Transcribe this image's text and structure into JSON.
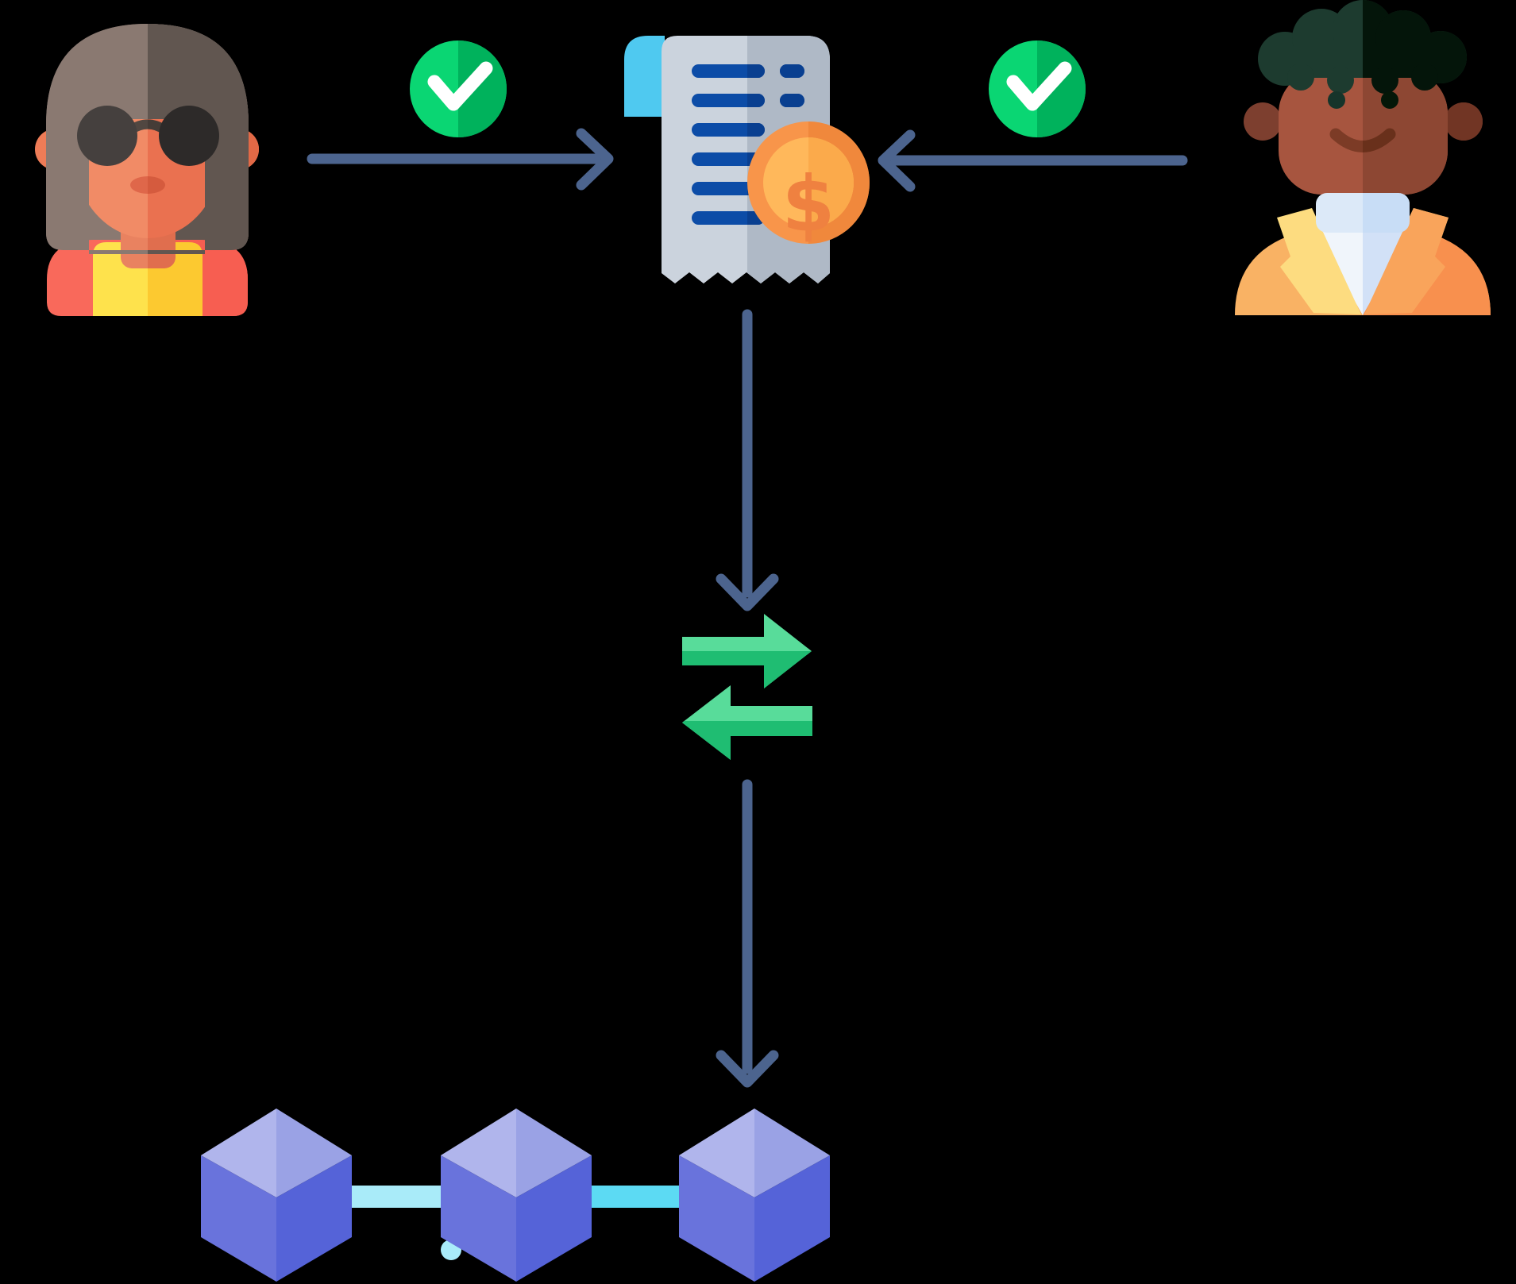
{
  "title": "Blockchain payment flow illustration",
  "background": "#000000",
  "diagram": {
    "nodes": [
      {
        "id": "buyer",
        "name": "woman-avatar",
        "role": "party approving transaction"
      },
      {
        "id": "seller",
        "name": "man-avatar",
        "role": "party approving transaction"
      },
      {
        "id": "invoice",
        "name": "invoice-with-coin",
        "role": "payment record"
      },
      {
        "id": "exchange",
        "name": "transfer-arrows",
        "role": "exchange / transaction"
      },
      {
        "id": "blockchain",
        "name": "linked-blocks",
        "role": "blockchain ledger",
        "block_count": 3
      }
    ],
    "edges": [
      {
        "from": "buyer",
        "to": "invoice",
        "badge": "check-icon"
      },
      {
        "from": "seller",
        "to": "invoice",
        "badge": "check-icon"
      },
      {
        "from": "invoice",
        "to": "exchange"
      },
      {
        "from": "exchange",
        "to": "blockchain"
      }
    ]
  },
  "icons": [
    "woman-avatar",
    "man-avatar",
    "check-icon",
    "check-icon",
    "invoice-icon",
    "dollar-coin-icon",
    "transfer-icon",
    "arrow-right-icon",
    "arrow-left-icon",
    "arrow-down-icon",
    "arrow-down-icon",
    "block-cube-icon",
    "block-cube-icon",
    "block-cube-icon"
  ],
  "coin_symbol": "$",
  "colors": {
    "background": "#000000",
    "arrowSlate": "#4C648E",
    "checkL": "#0AD673",
    "checkR": "#00B25C",
    "checkMark": "#FFFFFF",
    "curl": "#4FC9F0",
    "paperL": "#CBD3DD",
    "paperR": "#AFB9C6",
    "lineL": "#0C4CA7",
    "lineR": "#093F90",
    "coinRingL": "#F8954A",
    "coinRingR": "#F0883C",
    "coinInL": "#FFB85B",
    "coinInR": "#FBAA4B",
    "dollar": "#EF8140",
    "gaLight": "#58DC9A",
    "gaDark": "#1FBD72",
    "cubeTopL": "#B0B5EC",
    "cubeTopR": "#9AA2E5",
    "cubeFrontL": "#6973DC",
    "cubeFrontR": "#5563D8",
    "linkPale": "#A9EBF9",
    "linkBright": "#5CDAF3",
    "wHairL": "#8A7971",
    "wHairR": "#615650",
    "wFaceL": "#F18B66",
    "wFaceR": "#EA7150",
    "wEarL": "#EE7C57",
    "wEarR": "#E26946",
    "wLensL": "#45403E",
    "wLensR": "#2D2A29",
    "wBridgeL": "#514741",
    "wBridgeR": "#453C37",
    "wLipsL": "#DF674A",
    "wLipsR": "#D55B3E",
    "wNeckL": "#E98260",
    "wNeckR": "#E06E4E",
    "wShoulderL": "#F9695B",
    "wShoulderR": "#F75E51",
    "wShirtL": "#FEE24C",
    "wShirtR": "#FCC930",
    "mHairL": "#1D3B2F",
    "mHairR": "#04150A",
    "mFaceL": "#A7553F",
    "mFaceR": "#8D4733",
    "mEarL": "#7D3F2F",
    "mEarR": "#713524",
    "mEyeL": "#16342A",
    "mEyeR": "#041708",
    "mMouthL": "#7C3B26",
    "mMouthR": "#69301B",
    "mCollarL": "#DCE9F8",
    "mCollarR": "#C8DDF6",
    "mShirtL": "#F0F5FB",
    "mShirtR": "#D2E1F7",
    "mJacketL": "#F9B264",
    "mJacketR": "#F8904E",
    "mLapelL": "#FDDC80",
    "mLapelR": "#F9A45B"
  }
}
